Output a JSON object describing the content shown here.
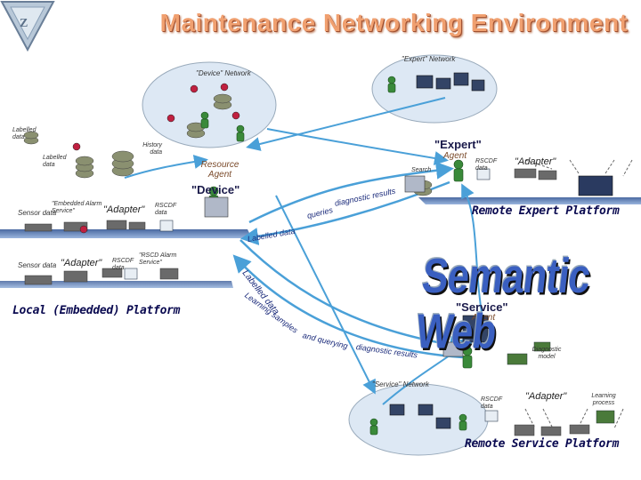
{
  "title": "Maintenance Networking Environment",
  "networks": {
    "expert": "\"Expert\" Network",
    "device": "\"Device\" Network",
    "service": "\"Service\" Network"
  },
  "semantic_web": "Semantic Web",
  "platforms": {
    "local": "Local (Embedded) Platform",
    "remote_expert": "Remote Expert Platform",
    "remote_service": "Remote Service Platform"
  },
  "labels": {
    "labelled_data_1": "Labelled data",
    "labelled_data_2": "Labelled data",
    "history_data": "History data",
    "resource_agent": "Resource Agent",
    "device_q": "\"Device\"",
    "embedded_alarm": "\"Embedded Alarm Service\"",
    "sensor_data_1": "Sensor data",
    "sensor_data_2": "Sensor data",
    "adapter_local_1": "\"Adapter\"",
    "adapter_local_2": "\"Adapter\"",
    "rscdf_local_1": "RSCDF data",
    "rscdf_local_2": "RSCDF data",
    "rscd_alarm": "\"RSCD Alarm Service\"",
    "expert_q": "\"Expert\"",
    "expert_agent": "Agent",
    "rscdf_expert": "RSCDF data",
    "adapter_expert": "\"Adapter\"",
    "service_q": "\"Service\"",
    "service_agent": "Agent",
    "diagnostic_model": "Diagnostic model",
    "rscdf_service": "RSCDF data",
    "adapter_service": "\"Adapter\"",
    "learning_process": "Learning process",
    "search": "Search"
  },
  "flows": {
    "queries": "queries",
    "diag_results_top": "diagnostic results",
    "labelled_data_mid": "Labelled data",
    "labelled_data_diag": "Labelled data",
    "learning_samples": "Learning samples",
    "and_querying": "and querying",
    "diag_results_bottom": "diagnostic results"
  },
  "colors": {
    "title": "#f0a070",
    "semantic": "#3a5fc0",
    "arrows": "#4aa0d8",
    "cloud": "#dde8f4",
    "platform_band": "#3a5fa0"
  }
}
